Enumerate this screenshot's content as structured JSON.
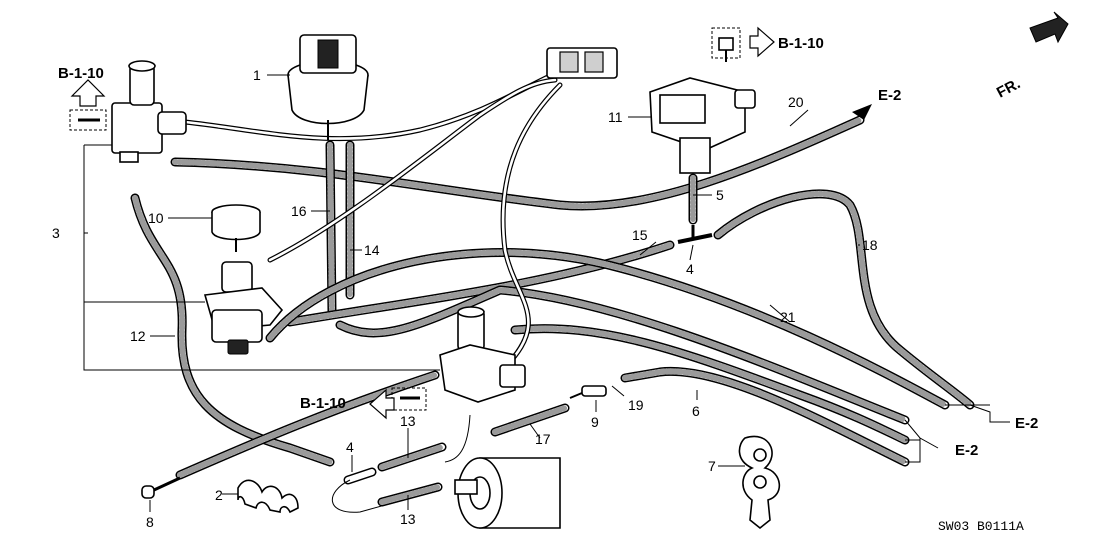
{
  "diagram": {
    "part_numbers": {
      "p1": "1",
      "p2": "2",
      "p3": "3",
      "p4a": "4",
      "p4b": "4",
      "p5": "5",
      "p6": "6",
      "p7": "7",
      "p8": "8",
      "p9": "9",
      "p10": "10",
      "p11": "11",
      "p12": "12",
      "p13a": "13",
      "p13b": "13",
      "p14": "14",
      "p15": "15",
      "p16": "16",
      "p17": "17",
      "p18": "18",
      "p19": "19",
      "p20": "20",
      "p21": "21"
    },
    "references": {
      "b110_left": "B-1-10",
      "b110_top": "B-1-10",
      "b110_center": "B-1-10",
      "e2_top": "E-2",
      "e2_right": "E-2",
      "e2_lower": "E-2"
    },
    "direction_label": "FR.",
    "drawing_code": "SW03  B0111A"
  }
}
